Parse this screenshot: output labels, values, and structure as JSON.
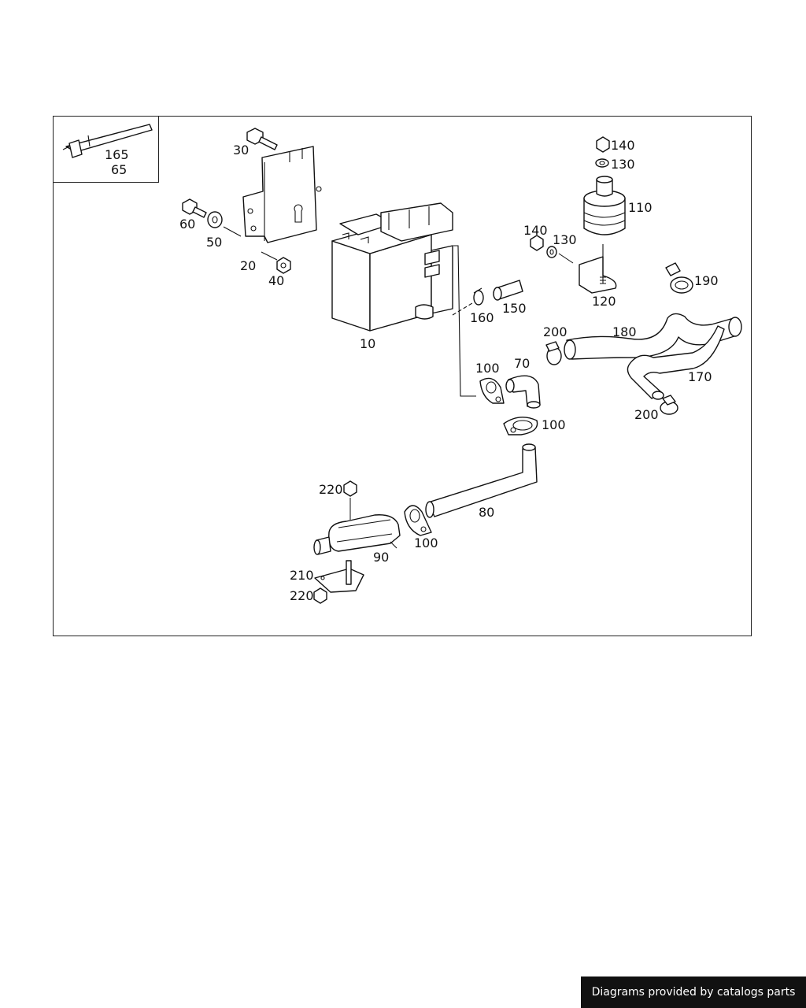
{
  "callouts": {
    "c165": "165",
    "c65": "65",
    "c30": "30",
    "c60": "60",
    "c50": "50",
    "c20": "20",
    "c40": "40",
    "c10": "10",
    "c140a": "140",
    "c130a": "130",
    "c110": "110",
    "c140b": "140",
    "c130b": "130",
    "c120": "120",
    "c190": "190",
    "c160": "160",
    "c150": "150",
    "c200a": "200",
    "c180": "180",
    "c100a": "100",
    "c70": "70",
    "c170": "170",
    "c200b": "200",
    "c100b": "100",
    "c220a": "220",
    "c80": "80",
    "c100c": "100",
    "c90": "90",
    "c210": "210",
    "c220b": "220"
  },
  "footer": {
    "credit": "Diagrams provided by catalogs parts"
  },
  "colors": {
    "ink": "#111111",
    "background": "#ffffff",
    "footer_bg": "#111111",
    "footer_text": "#ffffff"
  }
}
